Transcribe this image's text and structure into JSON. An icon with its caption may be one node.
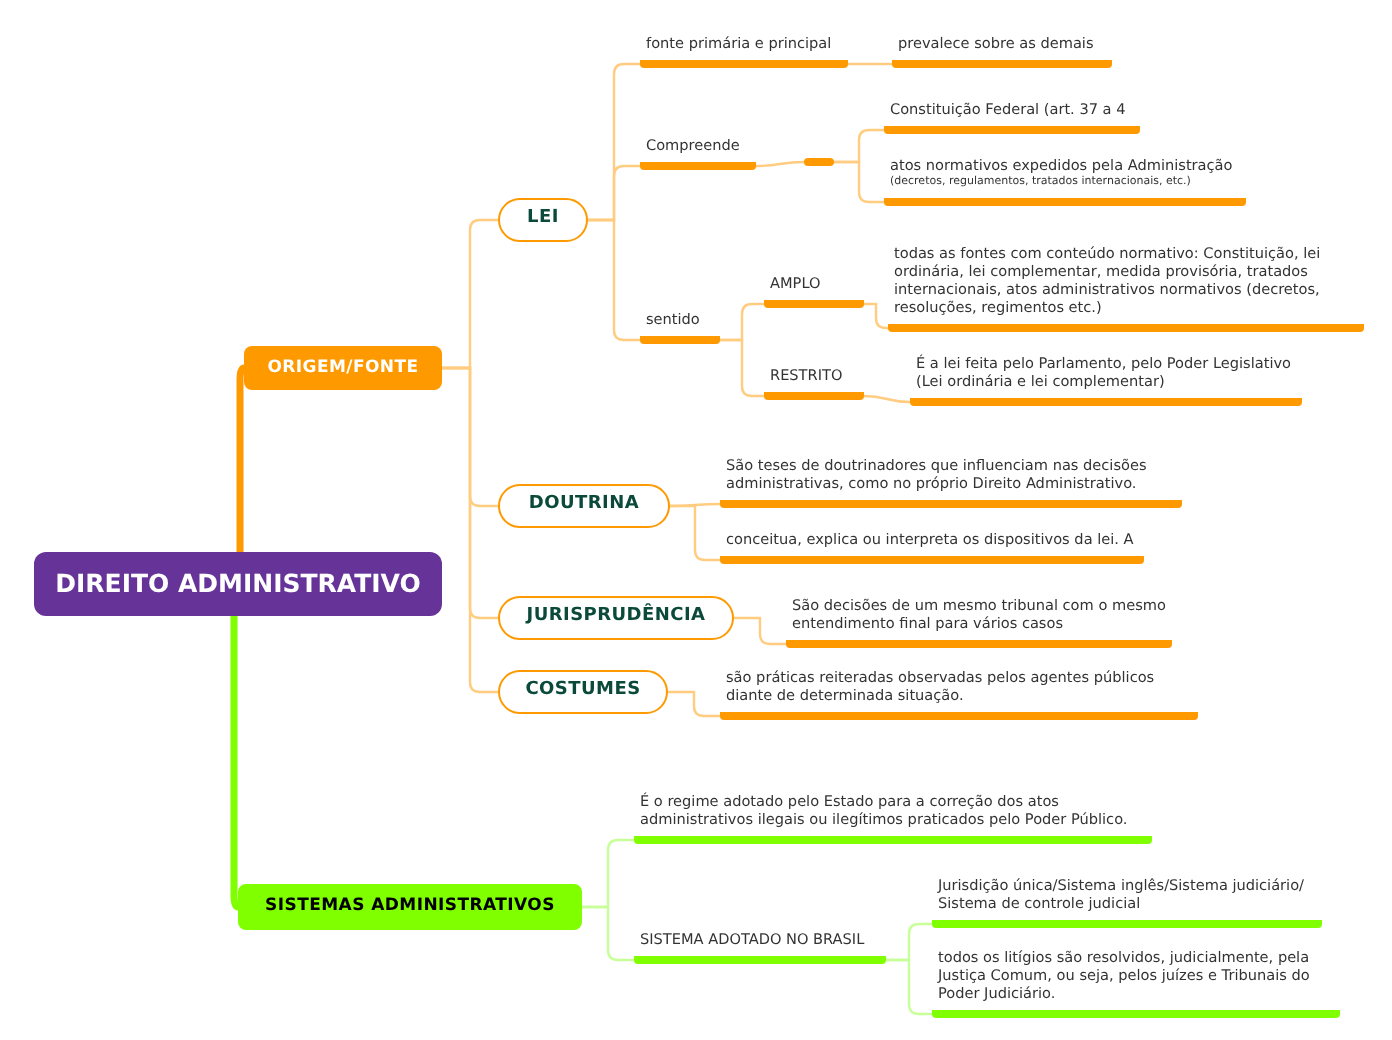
{
  "diagram": {
    "nodes": [
      {
        "text": [
          "DIREITO ADMINISTRATIVO"
        ]
      },
      {
        "text": [
          "ORIGEM/FONTE"
        ]
      },
      {
        "text": [
          "LEI"
        ]
      },
      {
        "text": [
          "fonte primária e principal"
        ]
      },
      {
        "text": [
          "prevalece sobre as demais"
        ]
      },
      {
        "text": [
          "Compreende"
        ]
      },
      {
        "text": [],
        "shape": "bar"
      },
      {
        "text": [
          "Constituição Federal (art. 37 a 4"
        ]
      },
      {
        "text": [
          "atos normativos expedidos pela Administração",
          "(decretos, regulamentos, tratados internacionais, etc.)"
        ]
      },
      {
        "text": [
          "sentido"
        ]
      },
      {
        "text": [
          "AMPLO"
        ]
      },
      {
        "text": [
          "todas as fontes com conteúdo normativo: Constituição, lei ordinária, lei complementar, medida provisória, tratados internacionais, atos administrativos normativos (decretos, resoluções, regimentos etc.)"
        ]
      },
      {
        "text": [
          "RESTRITO"
        ]
      },
      {
        "text": [
          "É a lei feita pelo Parlamento, pelo Poder Legislativo (Lei ordinária e lei complementar)"
        ]
      },
      {
        "text": [
          "DOUTRINA"
        ]
      },
      {
        "text": [
          "São teses de doutrinadores que influenciam nas decisões administrativas, como no próprio Direito Administrativo."
        ]
      },
      {
        "text": [
          "conceitua, explica ou interpreta os dispositivos da lei. A"
        ]
      },
      {
        "text": [
          "JURISPRUDÊNCIA"
        ]
      },
      {
        "text": [
          "São decisões de um mesmo tribunal com o mesmo entendimento final para vários casos"
        ]
      },
      {
        "text": [
          "COSTUMES"
        ]
      },
      {
        "text": [
          "são práticas reiteradas observadas pelos agentes públicos diante de determinada situação."
        ]
      },
      {
        "text": [
          "SISTEMAS ADMINISTRATIVOS"
        ]
      },
      {
        "text": [
          "É o regime adotado pelo Estado para a correção dos atos administrativos ilegais ou ilegítimos praticados pelo Poder Público."
        ]
      },
      {
        "text": [
          "SISTEMA ADOTADO NO BRASIL"
        ]
      },
      {
        "text": [
          "Jurisdição única/Sistema inglês/Sistema judiciário/ Sistema de controle judicial"
        ]
      },
      {
        "text": [
          "todos os litígios são resolvidos, judicialmente, pela Justiça Comum, ou seja, pelos juízes e Tribunais do Poder Judiciário."
        ]
      }
    ],
    "edges": [
      {
        "from": 0,
        "to": 1,
        "arrow": "none",
        "style": "thick",
        "color": "#ff9900"
      },
      {
        "from": 1,
        "to": 2,
        "arrow": "none"
      },
      {
        "from": 2,
        "to": 3,
        "arrow": "none"
      },
      {
        "from": 3,
        "to": 4,
        "arrow": "none"
      },
      {
        "from": 2,
        "to": 5,
        "arrow": "none"
      },
      {
        "from": 5,
        "to": 6,
        "arrow": "none"
      },
      {
        "from": 6,
        "to": 7,
        "arrow": "none"
      },
      {
        "from": 6,
        "to": 8,
        "arrow": "none"
      },
      {
        "from": 2,
        "to": 9,
        "arrow": "none"
      },
      {
        "from": 9,
        "to": 10,
        "arrow": "none"
      },
      {
        "from": 10,
        "to": 11,
        "arrow": "none"
      },
      {
        "from": 9,
        "to": 12,
        "arrow": "none"
      },
      {
        "from": 12,
        "to": 13,
        "arrow": "none"
      },
      {
        "from": 1,
        "to": 14,
        "arrow": "none"
      },
      {
        "from": 14,
        "to": 15,
        "arrow": "none"
      },
      {
        "from": 14,
        "to": 16,
        "arrow": "none"
      },
      {
        "from": 1,
        "to": 17,
        "arrow": "none"
      },
      {
        "from": 17,
        "to": 18,
        "arrow": "none"
      },
      {
        "from": 1,
        "to": 19,
        "arrow": "none"
      },
      {
        "from": 19,
        "to": 20,
        "arrow": "none"
      },
      {
        "from": 0,
        "to": 21,
        "arrow": "none",
        "style": "thick",
        "color": "#80ff00"
      },
      {
        "from": 21,
        "to": 22,
        "arrow": "none",
        "color": "#c8ff99"
      },
      {
        "from": 21,
        "to": 23,
        "arrow": "none",
        "color": "#c8ff99"
      },
      {
        "from": 23,
        "to": 24,
        "arrow": "none",
        "color": "#c8ff99"
      },
      {
        "from": 23,
        "to": 25,
        "arrow": "none",
        "color": "#c8ff99"
      }
    ]
  }
}
